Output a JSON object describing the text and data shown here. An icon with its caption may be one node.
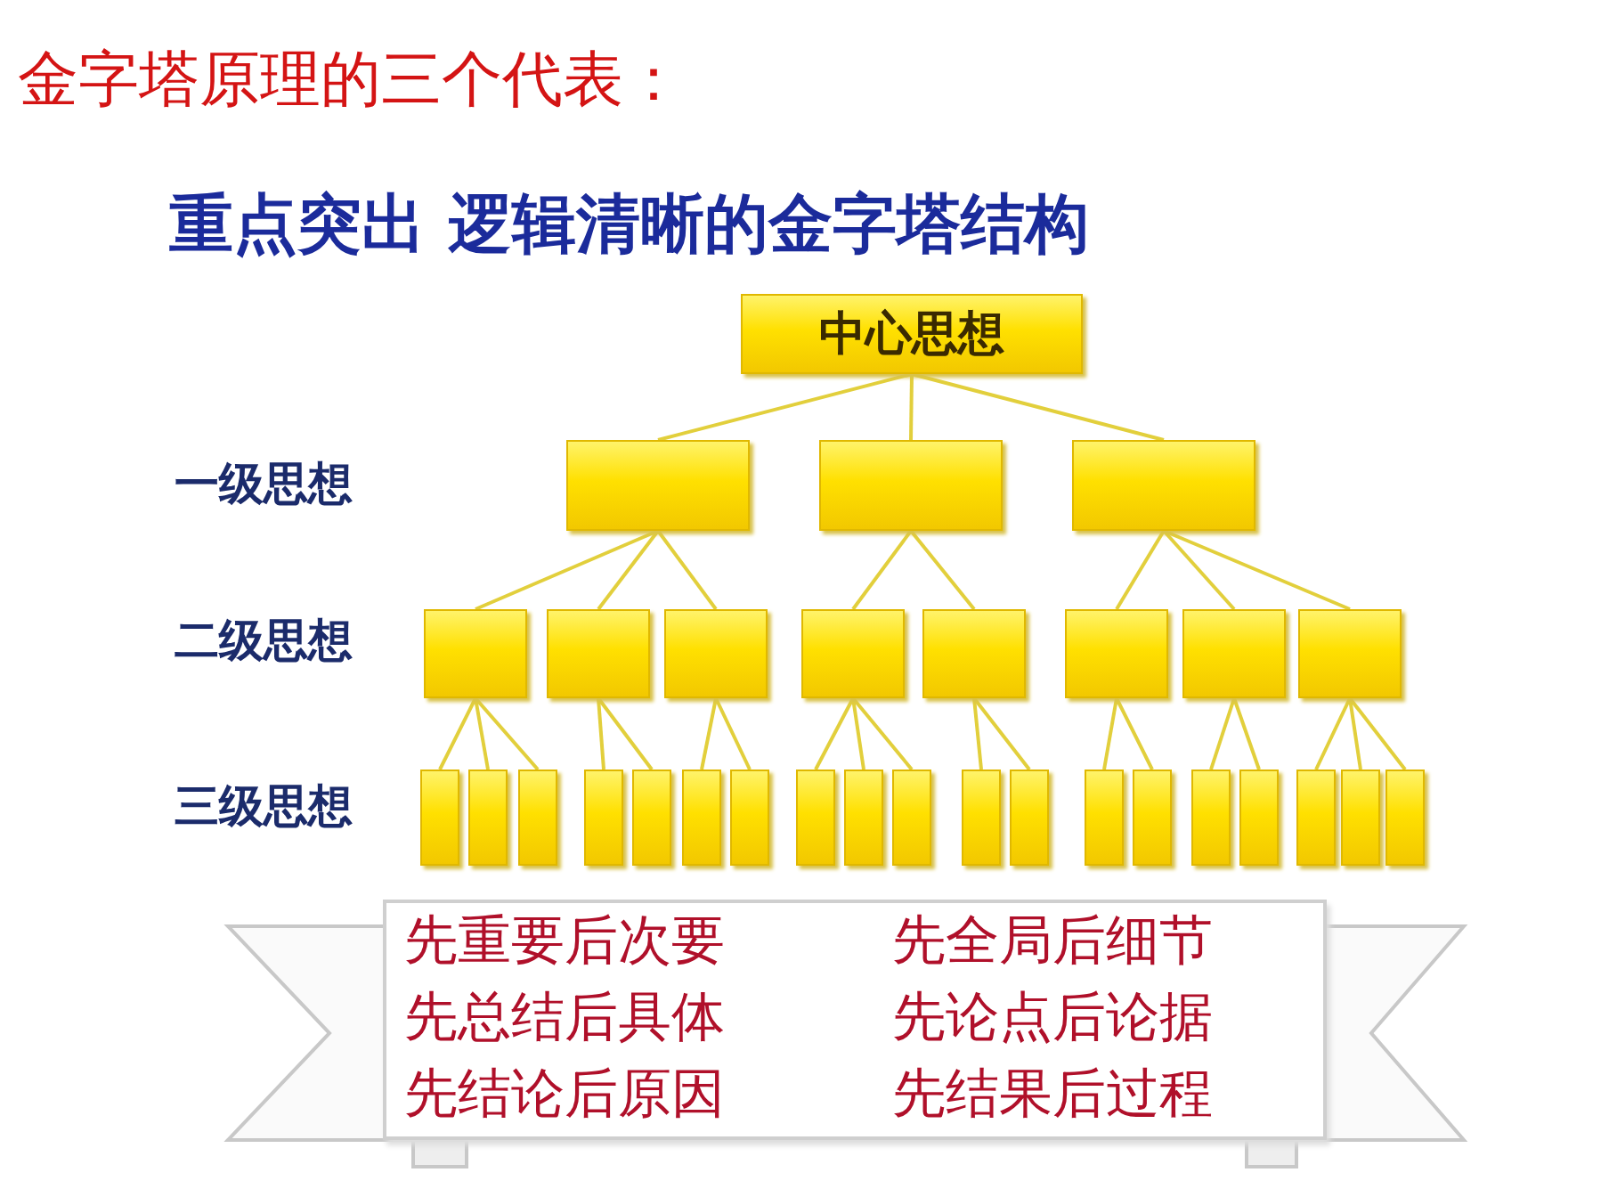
{
  "diagram": {
    "title": "金字塔原理的三个代表：",
    "nodes": [
      {
        "text": [
          "中心思想"
        ]
      },
      {
        "text": [],
        "shape": "box"
      },
      {
        "text": [],
        "shape": "box"
      },
      {
        "text": [],
        "shape": "box"
      },
      {
        "text": [],
        "shape": "box"
      },
      {
        "text": [],
        "shape": "box"
      },
      {
        "text": [],
        "shape": "box"
      },
      {
        "text": [],
        "shape": "box"
      },
      {
        "text": [],
        "shape": "box"
      },
      {
        "text": [],
        "shape": "box"
      },
      {
        "text": [],
        "shape": "box"
      },
      {
        "text": [],
        "shape": "box"
      },
      {
        "text": [],
        "shape": "box"
      },
      {
        "text": [],
        "shape": "box"
      },
      {
        "text": [],
        "shape": "box"
      },
      {
        "text": [],
        "shape": "box"
      },
      {
        "text": [],
        "shape": "box"
      },
      {
        "text": [],
        "shape": "box"
      },
      {
        "text": [],
        "shape": "box"
      },
      {
        "text": [],
        "shape": "box"
      },
      {
        "text": [],
        "shape": "box"
      },
      {
        "text": [],
        "shape": "box"
      },
      {
        "text": [],
        "shape": "box"
      },
      {
        "text": [],
        "shape": "box"
      },
      {
        "text": [],
        "shape": "box"
      },
      {
        "text": [],
        "shape": "box"
      },
      {
        "text": [],
        "shape": "box"
      },
      {
        "text": [],
        "shape": "box"
      },
      {
        "text": [],
        "shape": "box"
      },
      {
        "text": [],
        "shape": "box"
      },
      {
        "text": [],
        "shape": "box"
      },
      {
        "text": [
          "先重要后次要",
          "先全局后细节",
          "先总结后具体",
          "先论点后论据",
          "先结论后原因",
          "先结果后过程"
        ]
      }
    ],
    "edges": [
      {
        "from": 0,
        "to": 1,
        "arrow": "none"
      },
      {
        "from": 0,
        "to": 2,
        "arrow": "none"
      },
      {
        "from": 0,
        "to": 3,
        "arrow": "none"
      },
      {
        "from": 1,
        "to": 4,
        "arrow": "none"
      },
      {
        "from": 1,
        "to": 5,
        "arrow": "none"
      },
      {
        "from": 1,
        "to": 6,
        "arrow": "none"
      },
      {
        "from": 2,
        "to": 7,
        "arrow": "none"
      },
      {
        "from": 2,
        "to": 8,
        "arrow": "none"
      },
      {
        "from": 3,
        "to": 9,
        "arrow": "none"
      },
      {
        "from": 3,
        "to": 10,
        "arrow": "none"
      },
      {
        "from": 3,
        "to": 11,
        "arrow": "none"
      },
      {
        "from": 4,
        "to": 12,
        "arrow": "none"
      },
      {
        "from": 4,
        "to": 13,
        "arrow": "none"
      },
      {
        "from": 4,
        "to": 14,
        "arrow": "none"
      },
      {
        "from": 5,
        "to": 15,
        "arrow": "none"
      },
      {
        "from": 5,
        "to": 16,
        "arrow": "none"
      },
      {
        "from": 6,
        "to": 17,
        "arrow": "none"
      },
      {
        "from": 6,
        "to": 18,
        "arrow": "none"
      },
      {
        "from": 7,
        "to": 19,
        "arrow": "none"
      },
      {
        "from": 7,
        "to": 20,
        "arrow": "none"
      },
      {
        "from": 7,
        "to": 21,
        "arrow": "none"
      },
      {
        "from": 8,
        "to": 22,
        "arrow": "none"
      },
      {
        "from": 8,
        "to": 23,
        "arrow": "none"
      },
      {
        "from": 9,
        "to": 24,
        "arrow": "none"
      },
      {
        "from": 9,
        "to": 25,
        "arrow": "none"
      },
      {
        "from": 10,
        "to": 26,
        "arrow": "none"
      },
      {
        "from": 10,
        "to": 27,
        "arrow": "none"
      },
      {
        "from": 11,
        "to": 28,
        "arrow": "none"
      },
      {
        "from": 11,
        "to": 29,
        "arrow": "none"
      },
      {
        "from": 11,
        "to": 30,
        "arrow": "none"
      }
    ],
    "labels": [
      "重点突出 逻辑清晰的金字塔结构",
      "一级思想",
      "二级思想",
      "三级思想"
    ]
  }
}
